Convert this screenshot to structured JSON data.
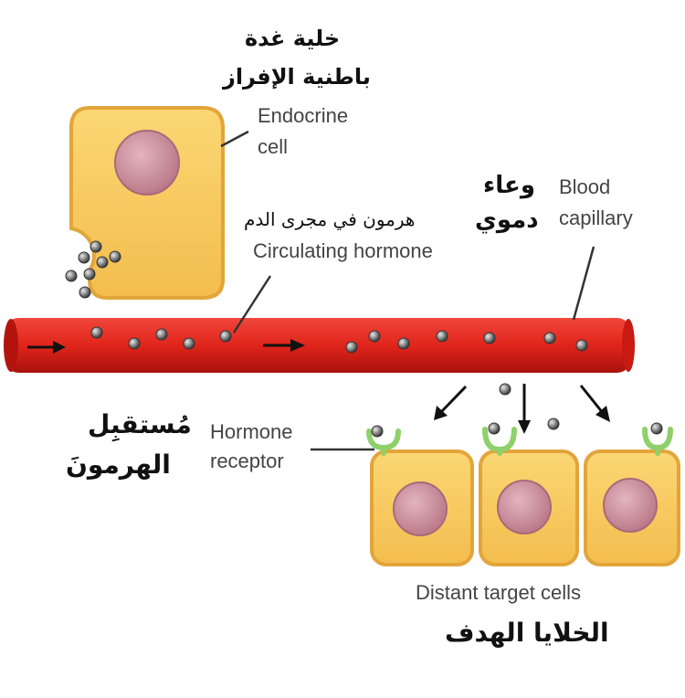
{
  "labels": {
    "endocrine_cell_ar_line1": "خلية غدة",
    "endocrine_cell_ar_line2": "باطنية الإفراز",
    "endocrine_cell_en_line1": "Endocrine",
    "endocrine_cell_en_line2": "cell",
    "blood_capillary_ar_line1": "وعاء",
    "blood_capillary_ar_line2": "دموي",
    "blood_capillary_en_line1": "Blood",
    "blood_capillary_en_line2": "capillary",
    "circulating_hormone_ar": "هرمون في مجرى الدم",
    "circulating_hormone_en": "Circulating hormone",
    "hormone_receptor_ar_line1": "مُستقبِل",
    "hormone_receptor_ar_line2": "الهرمونَ",
    "hormone_receptor_en_line1": "Hormone",
    "hormone_receptor_en_line2": "receptor",
    "target_cells_en": "Distant target cells",
    "target_cells_ar": "الخلايا الهدف"
  },
  "colors": {
    "cell_fill": "#f6c55a",
    "cell_stroke": "#e2a53a",
    "nucleus": "#c98a9a",
    "vessel": "#e0251b",
    "vessel_dark": "#b3140d",
    "receptor": "#8ed06a",
    "hormone": "#6f6f6f",
    "leader_line": "#333333",
    "arrow": "#111111"
  }
}
